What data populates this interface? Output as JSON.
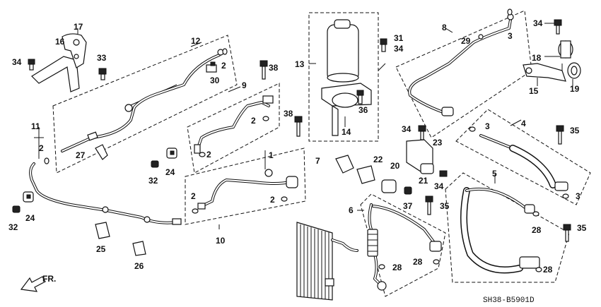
{
  "diagram": {
    "code": "SH38-B5901D",
    "front_marker": "FR.",
    "callouts": [
      {
        "id": "c1",
        "text": "1"
      },
      {
        "id": "c2a",
        "text": "2"
      },
      {
        "id": "c2b",
        "text": "2"
      },
      {
        "id": "c2c",
        "text": "2"
      },
      {
        "id": "c2d",
        "text": "2"
      },
      {
        "id": "c2e",
        "text": "2"
      },
      {
        "id": "c2f",
        "text": "2"
      },
      {
        "id": "c3a",
        "text": "3"
      },
      {
        "id": "c3b",
        "text": "3"
      },
      {
        "id": "c3c",
        "text": "3"
      },
      {
        "id": "c4",
        "text": "4"
      },
      {
        "id": "c5",
        "text": "5"
      },
      {
        "id": "c6",
        "text": "6"
      },
      {
        "id": "c7",
        "text": "7"
      },
      {
        "id": "c8",
        "text": "8"
      },
      {
        "id": "c9",
        "text": "9"
      },
      {
        "id": "c10",
        "text": "10"
      },
      {
        "id": "c11",
        "text": "11"
      },
      {
        "id": "c12",
        "text": "12"
      },
      {
        "id": "c13",
        "text": "13"
      },
      {
        "id": "c14",
        "text": "14"
      },
      {
        "id": "c15",
        "text": "15"
      },
      {
        "id": "c16",
        "text": "16"
      },
      {
        "id": "c17",
        "text": "17"
      },
      {
        "id": "c18",
        "text": "18"
      },
      {
        "id": "c19",
        "text": "19"
      },
      {
        "id": "c20",
        "text": "20"
      },
      {
        "id": "c21",
        "text": "21"
      },
      {
        "id": "c22",
        "text": "22"
      },
      {
        "id": "c23",
        "text": "23"
      },
      {
        "id": "c24a",
        "text": "24"
      },
      {
        "id": "c24b",
        "text": "24"
      },
      {
        "id": "c25",
        "text": "25"
      },
      {
        "id": "c26",
        "text": "26"
      },
      {
        "id": "c27",
        "text": "27"
      },
      {
        "id": "c28a",
        "text": "28"
      },
      {
        "id": "c28b",
        "text": "28"
      },
      {
        "id": "c28c",
        "text": "28"
      },
      {
        "id": "c28d",
        "text": "28"
      },
      {
        "id": "c29",
        "text": "29"
      },
      {
        "id": "c30",
        "text": "30"
      },
      {
        "id": "c31",
        "text": "31"
      },
      {
        "id": "c32a",
        "text": "32"
      },
      {
        "id": "c32b",
        "text": "32"
      },
      {
        "id": "c33",
        "text": "33"
      },
      {
        "id": "c34a",
        "text": "34"
      },
      {
        "id": "c34b",
        "text": "34"
      },
      {
        "id": "c34c",
        "text": "34"
      },
      {
        "id": "c34d",
        "text": "34"
      },
      {
        "id": "c34e",
        "text": "34"
      },
      {
        "id": "c35a",
        "text": "35"
      },
      {
        "id": "c35b",
        "text": "35"
      },
      {
        "id": "c35c",
        "text": "35"
      },
      {
        "id": "c36",
        "text": "36"
      },
      {
        "id": "c37",
        "text": "37"
      },
      {
        "id": "c38a",
        "text": "38"
      },
      {
        "id": "c38b",
        "text": "38"
      }
    ]
  }
}
